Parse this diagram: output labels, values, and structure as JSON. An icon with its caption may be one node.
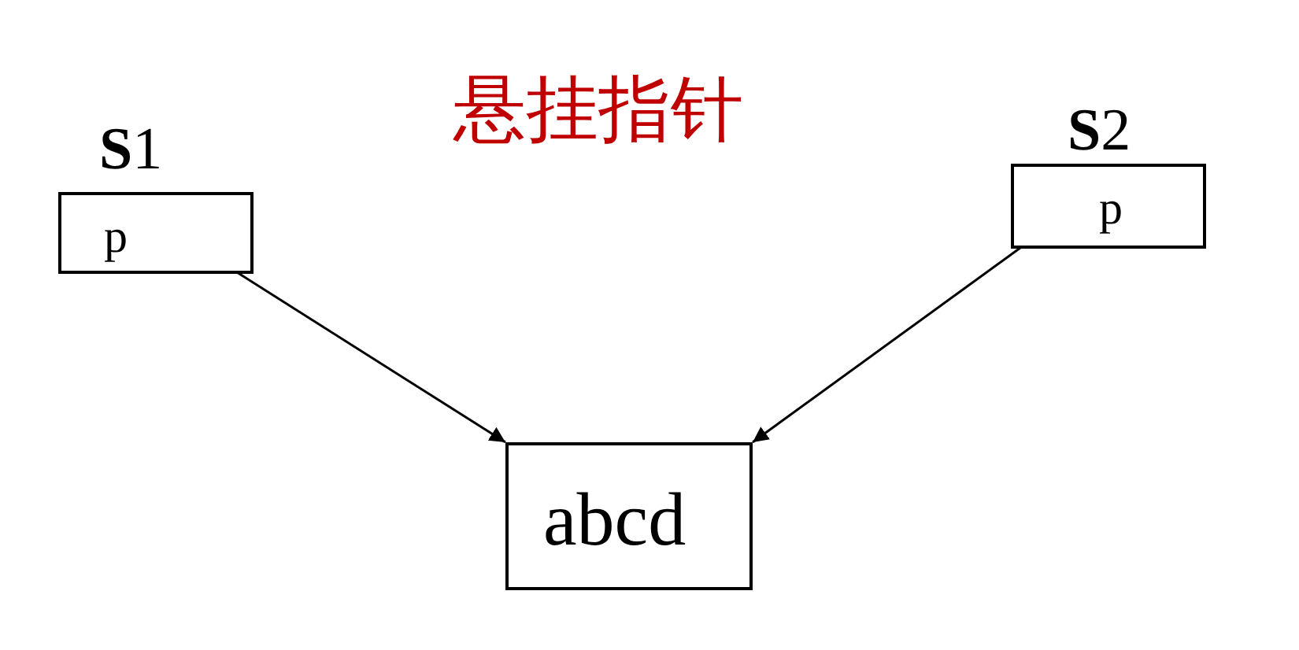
{
  "diagram": {
    "title": "悬挂指针",
    "nodes": [
      {
        "text": [
          "**S**1",
          "p"
        ]
      },
      {
        "text": [
          "**S**2",
          "p"
        ]
      },
      {
        "text": [
          "abcd"
        ]
      }
    ],
    "edges": [
      {
        "from": 0,
        "to": 2,
        "arrow": "to"
      },
      {
        "from": 1,
        "to": 2,
        "arrow": "to"
      }
    ]
  }
}
